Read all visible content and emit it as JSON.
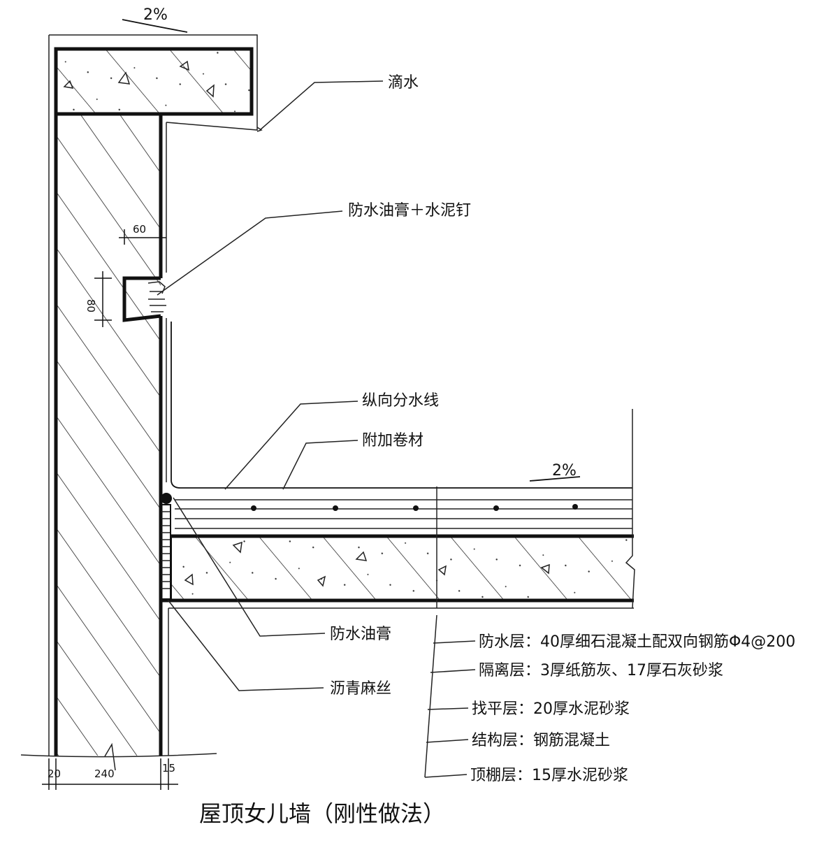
{
  "title": "屋顶女儿墙（刚性做法）",
  "slope_top": "2%",
  "slope_roof": "2%",
  "labels": {
    "drip": "滴水",
    "sealant_nail": "防水油膏＋水泥钉",
    "joint": "纵向分水线",
    "extra_membrane": "附加卷材",
    "sealant": "防水油膏",
    "jute": "沥青麻丝"
  },
  "layers": [
    "防水层：40厚细石混凝土配双向钢筋Φ4@200",
    "隔离层：3厚纸筋灰、17厚石灰砂浆",
    "找平层：20厚水泥砂浆",
    "结构层：钢筋混凝土",
    "顶棚层：15厚水泥砂浆"
  ],
  "dims": {
    "d60": "60",
    "d80": "80",
    "d20": "20",
    "d240": "240",
    "d15": "15"
  }
}
